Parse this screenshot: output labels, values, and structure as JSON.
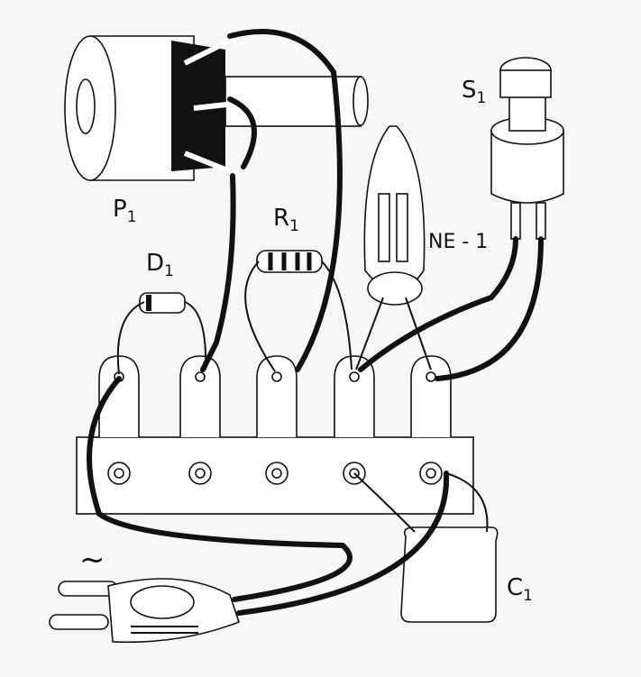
{
  "labels": {
    "potentiometer": {
      "main": "P",
      "sub": "1"
    },
    "resistor": {
      "main": "R",
      "sub": "1"
    },
    "diode": {
      "main": "D",
      "sub": "1"
    },
    "neon_lamp": {
      "text": "NE - 1"
    },
    "switch": {
      "main": "S",
      "sub": "1"
    },
    "capacitor": {
      "main": "C",
      "sub": "1"
    },
    "ac_symbol": "~"
  },
  "colors": {
    "ink": "#111111",
    "paper": "#f7f7f5"
  }
}
